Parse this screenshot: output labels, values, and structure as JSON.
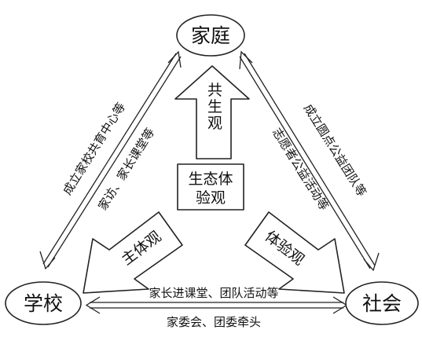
{
  "nodes": {
    "family": "家庭",
    "school": "学校",
    "society": "社会"
  },
  "center_box": {
    "line1": "生态体",
    "line2": "验观"
  },
  "arrows": {
    "top": "共生观",
    "left": "主体观",
    "right": "体验观"
  },
  "edges": {
    "left_outer": "成立家校共育中心等",
    "left_inner": "家访、家长课堂等",
    "right_outer": "成立圆点公益团队等",
    "right_inner": "志愿者公益活动等",
    "bottom_inner": "家长进课堂、团队活动等",
    "bottom_outer": "家委会、团委牵头"
  }
}
